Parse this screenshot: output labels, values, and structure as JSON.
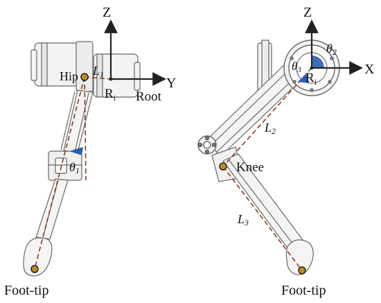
{
  "left_view": {
    "axis_z": "Z",
    "axis_y": "Y",
    "hip": "Hip",
    "origin": "R",
    "origin_sub": "i",
    "root": "Root",
    "link_l1": "L",
    "link_l1_sub": "1",
    "angle_theta1": "θ",
    "angle_theta1_sub": "1",
    "foot_tip": "Foot-tip"
  },
  "right_view": {
    "axis_z": "Z",
    "axis_x": "X",
    "origin": "R",
    "origin_sub": "i",
    "angle_theta2": "θ",
    "angle_theta2_sub": "2",
    "angle_theta3": "θ",
    "angle_theta3_sub": "3",
    "link_l2": "L",
    "link_l2_sub": "2",
    "knee": "Knee",
    "link_l3": "L",
    "link_l3_sub": "3",
    "foot_tip": "Foot-tip"
  },
  "colors": {
    "dashed_link": "#8b3a1a",
    "joint_dot": "#c48a1f",
    "angle_marker": "#2a5fb0",
    "axis": "#222222",
    "frame": "#666666",
    "frame_fill": "#f2f2f2"
  }
}
